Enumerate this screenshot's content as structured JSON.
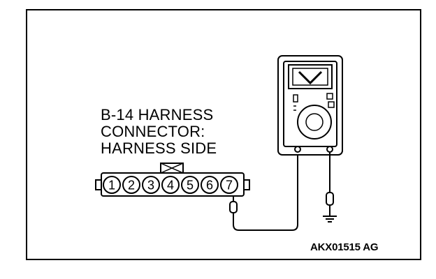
{
  "connector_label": {
    "line1": "B-14 HARNESS",
    "line2": "CONNECTOR:",
    "line3": "HARNESS SIDE"
  },
  "connector_pins": [
    "1",
    "2",
    "3",
    "4",
    "5",
    "6",
    "7"
  ],
  "figure_id": "AKX01515 AG",
  "colors": {
    "ink": "#000000",
    "background": "#ffffff"
  },
  "icons": [
    "multimeter-icon",
    "ground-symbol-icon",
    "test-probe-icon"
  ]
}
